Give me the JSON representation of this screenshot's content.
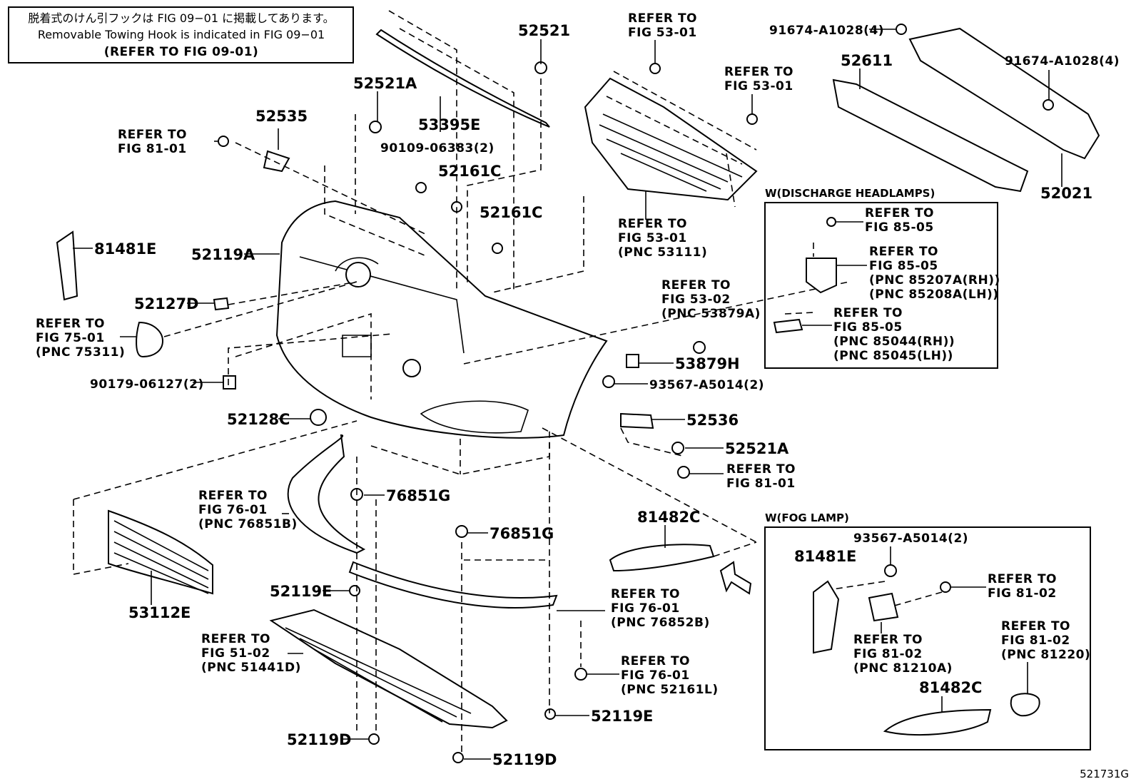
{
  "notice": {
    "line1": "脱着式のけん引フックは FIG 09−01 に掲載してあります。",
    "line2": "Removable Towing Hook is indicated in FIG 09−01",
    "line3": "(REFER TO FIG 09-01)"
  },
  "figure_id": "521731G",
  "part_labels": [
    "52521",
    "52521A",
    "53395E",
    "52535",
    "90109-06383(2)",
    "52161C",
    "52161C",
    "81481E",
    "52119A",
    "52127D",
    "90179-06127(2)",
    "52128C",
    "53879H",
    "93567-A5014(2)",
    "52536",
    "52521A",
    "76851G",
    "76851G",
    "81482C",
    "53112E",
    "52119E",
    "52119E",
    "52119D",
    "52119D",
    "52611",
    "52021",
    "91674-A1028(4)",
    "91674-A1028(4)"
  ],
  "references": [
    [
      "REFER TO",
      "FIG 53-01"
    ],
    [
      "REFER TO",
      "FIG 53-01"
    ],
    [
      "REFER TO",
      "FIG 81-01"
    ],
    [
      "REFER TO",
      "FIG 53-01",
      "(PNC 53111)"
    ],
    [
      "REFER TO",
      "FIG 75-01",
      "(PNC 75311)"
    ],
    [
      "REFER TO",
      "FIG 53-02",
      "(PNC 53879A)"
    ],
    [
      "REFER TO",
      "FIG 81-01"
    ],
    [
      "REFER TO",
      "FIG 76-01",
      "(PNC 76851B)"
    ],
    [
      "REFER TO",
      "FIG 76-01",
      "(PNC 76852B)"
    ],
    [
      "REFER TO",
      "FIG 51-02",
      "(PNC 51441D)"
    ],
    [
      "REFER TO",
      "FIG 76-01",
      "(PNC 52161L)"
    ]
  ],
  "inset_discharge": {
    "title": "W(DISCHARGE HEADLAMPS)",
    "refs": [
      [
        "REFER TO",
        "FIG 85-05"
      ],
      [
        "REFER TO",
        "FIG 85-05",
        "(PNC 85207A(RH))",
        "(PNC 85208A(LH))"
      ],
      [
        "REFER TO",
        "FIG 85-05",
        "(PNC 85044(RH))",
        "(PNC 85045(LH))"
      ]
    ]
  },
  "inset_fog": {
    "title": "W(FOG LAMP)",
    "parts": [
      "93567-A5014(2)",
      "81481E",
      "81482C"
    ],
    "refs": [
      [
        "REFER TO",
        "FIG 81-02"
      ],
      [
        "REFER TO",
        "FIG 81-02",
        "(PNC 81210A)"
      ],
      [
        "REFER TO",
        "FIG 81-02",
        "(PNC 81220)"
      ]
    ]
  }
}
